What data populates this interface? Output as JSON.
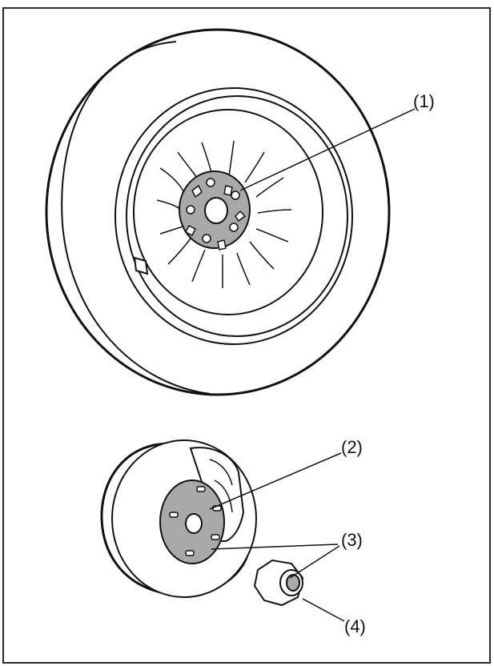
{
  "colors": {
    "line": "#111111",
    "fill_light": "#ffffff",
    "hub_fill": "#a9a9a9",
    "border": "#2a2a2a"
  },
  "callouts": {
    "c1": "(1)",
    "c2": "(2)",
    "c3": "(3)",
    "c4": "(4)"
  }
}
